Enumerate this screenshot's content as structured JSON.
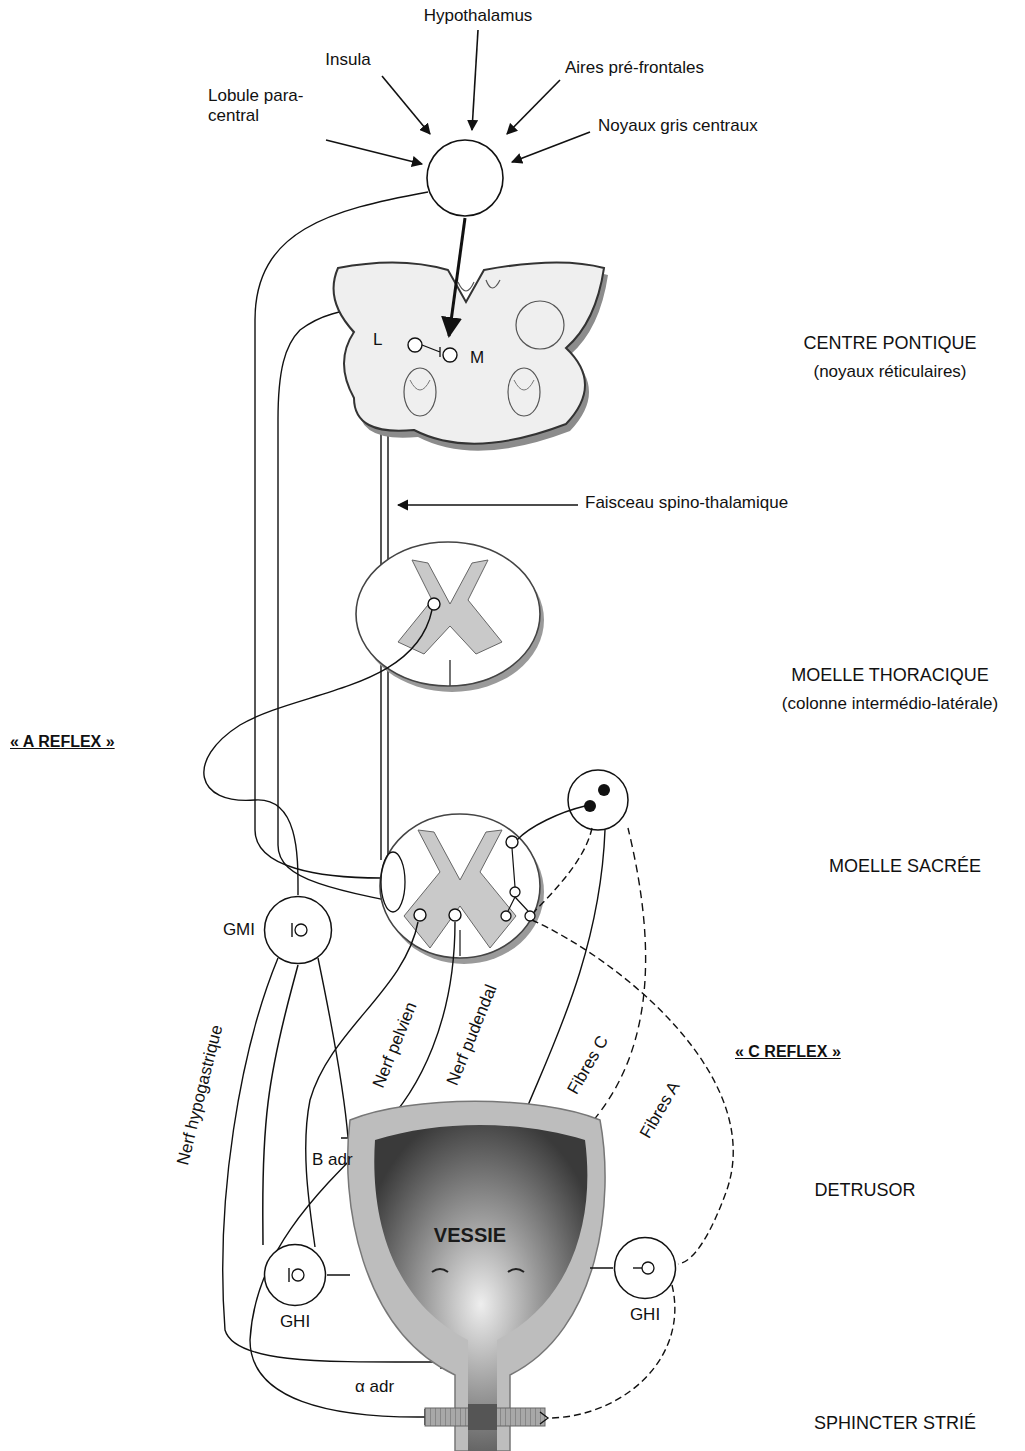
{
  "diagram": {
    "nodes": [
      {
        "text": [
          "GMI"
        ]
      },
      {
        "text": [
          "VESSIE"
        ]
      },
      {
        "text": [
          "GHI"
        ]
      },
      {
        "text": [
          "GHI"
        ]
      }
    ],
    "edges": [
      {
        "from": 0,
        "to": 2,
        "arrow": "none"
      },
      {
        "from": 2,
        "to": 1,
        "arrow": "none"
      },
      {
        "from": 3,
        "to": 1,
        "arrow": "none"
      }
    ],
    "labels": [
      "Hypothalamus",
      "Insula",
      "Aires pré-frontales",
      "Lobule para-central",
      "Noyaux gris centraux",
      "L",
      "M",
      "CENTRE PONTIQUE",
      "(noyaux réticulaires)",
      "Faisceau spino-thalamique",
      "MOELLE THORACIQUE",
      "(colonne intermédio-latérale)",
      "« A REFLEX »",
      "MOELLE SACRÉE",
      "Nerf hypogastrique",
      "Nerf pelvien",
      "Nerf pudendal",
      "« C REFLEX »",
      "Fibres C",
      "Fibres A",
      "B adr",
      "DETRUSOR",
      "α adr",
      "SPHINCTER STRIÉ"
    ]
  }
}
